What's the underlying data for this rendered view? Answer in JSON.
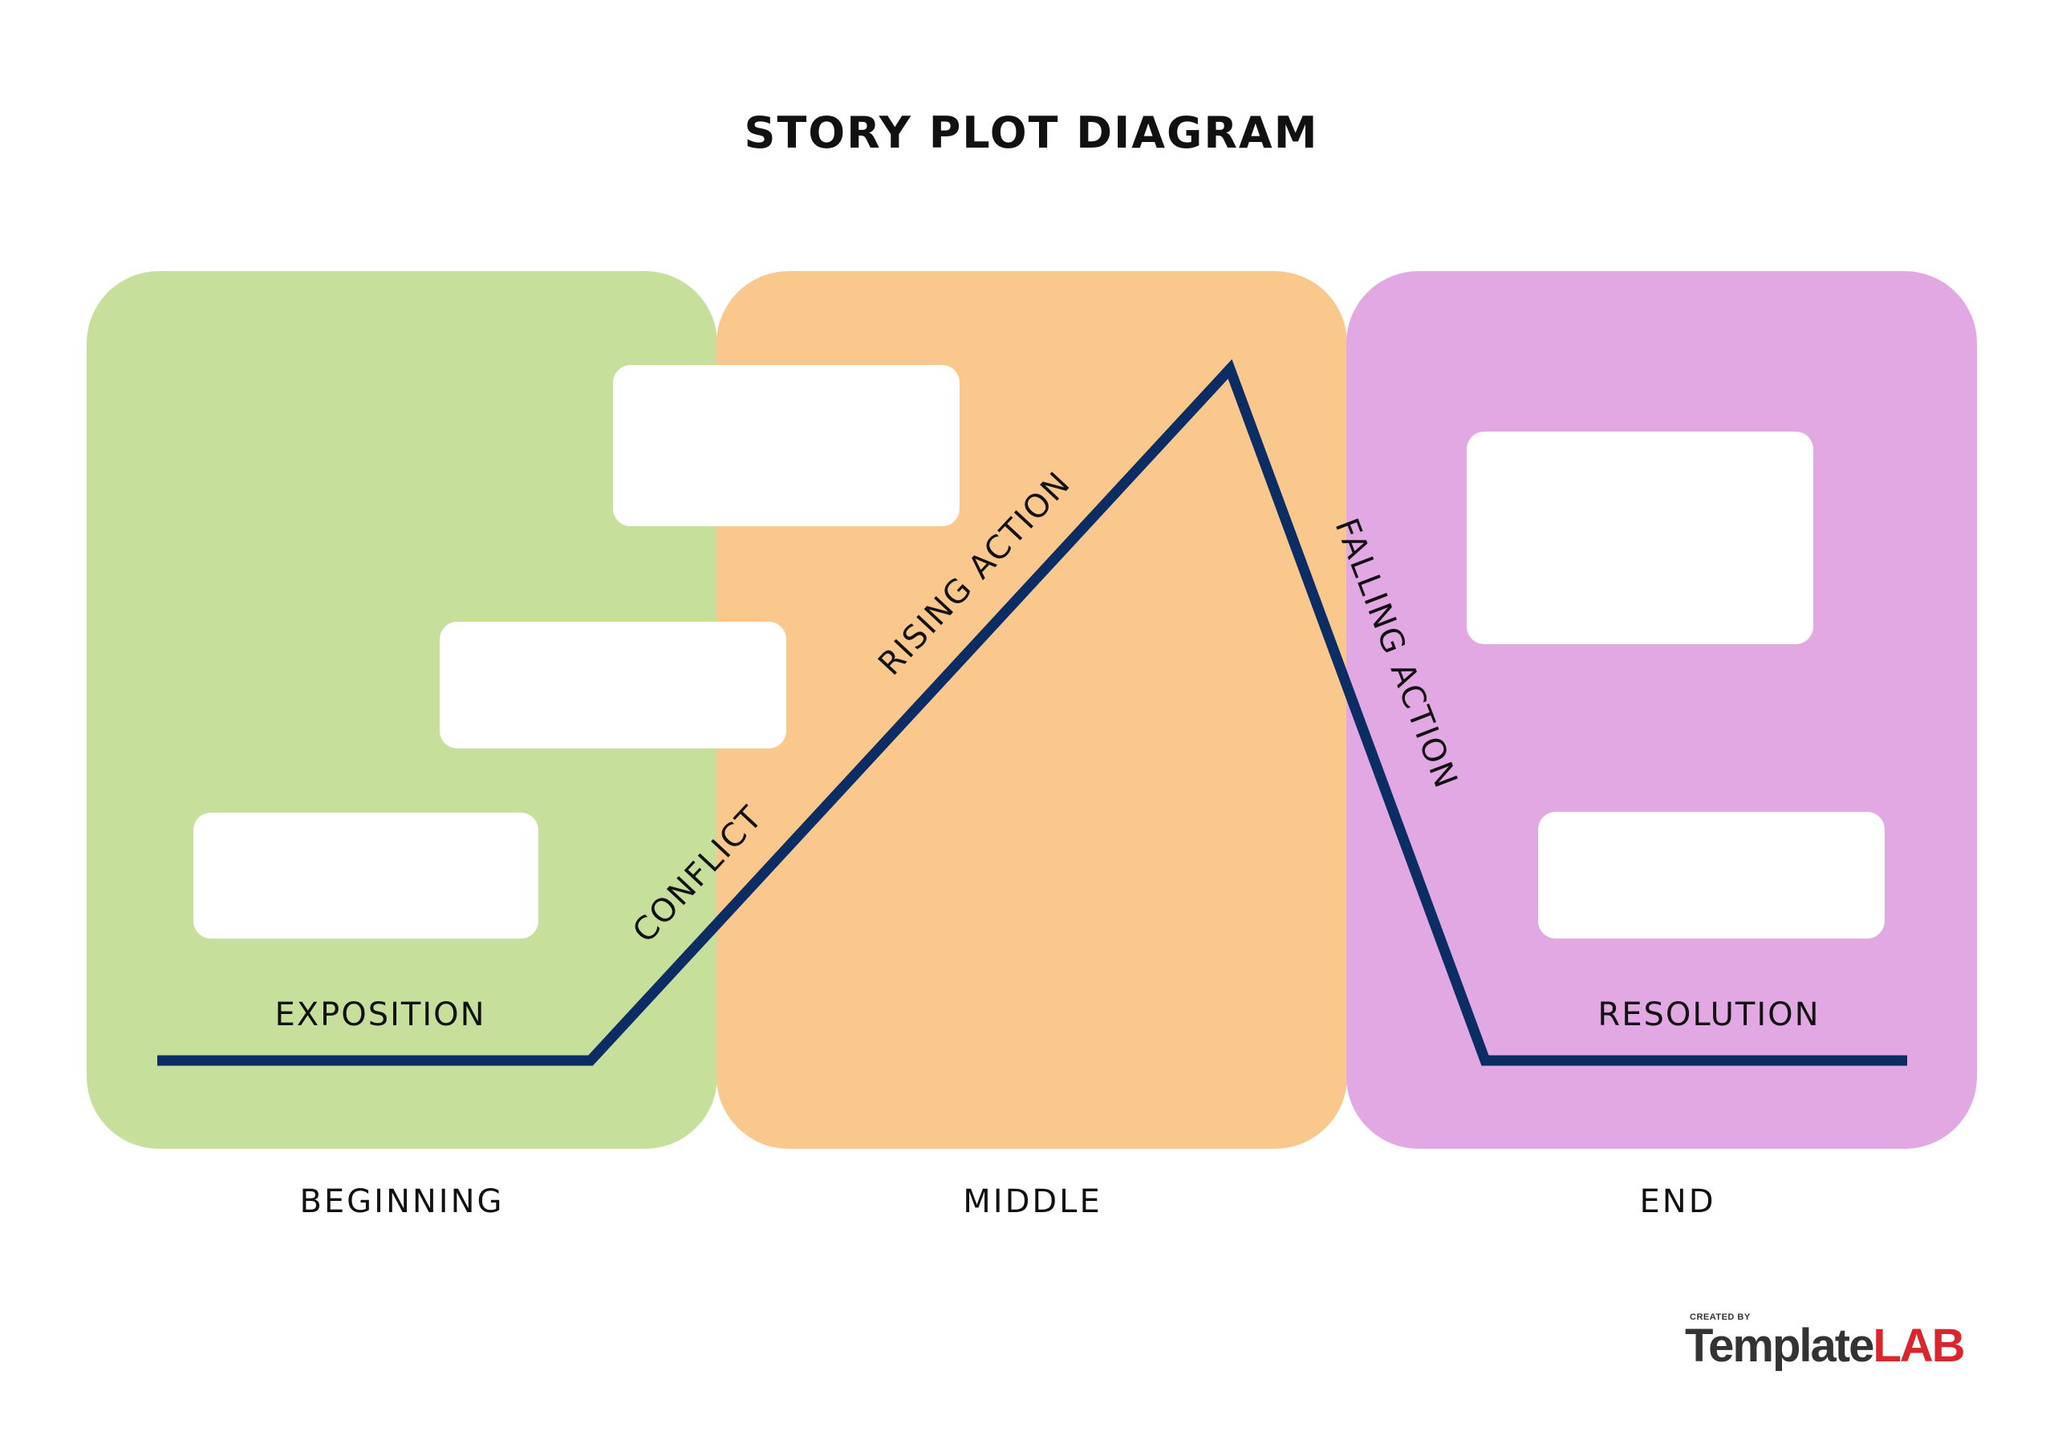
{
  "title": "STORY PLOT DIAGRAM",
  "sections": {
    "beginning": "BEGINNING",
    "middle": "MIDDLE",
    "end": "END"
  },
  "plot_labels": {
    "exposition": "EXPOSITION",
    "conflict": "CONFLICT",
    "rising_action": "RISING ACTION",
    "falling_action": "FALLING ACTION",
    "resolution": "RESOLUTION"
  },
  "logo": {
    "small_text": "CREATED BY",
    "brand_part1": "Template",
    "brand_part2": "LAB"
  },
  "colors": {
    "beginning_panel": "#c6e09b",
    "middle_panel": "#fac78c",
    "end_panel": "#e2a8e3",
    "plot_line": "#0b2d63",
    "logo_accent": "#d9262c"
  }
}
